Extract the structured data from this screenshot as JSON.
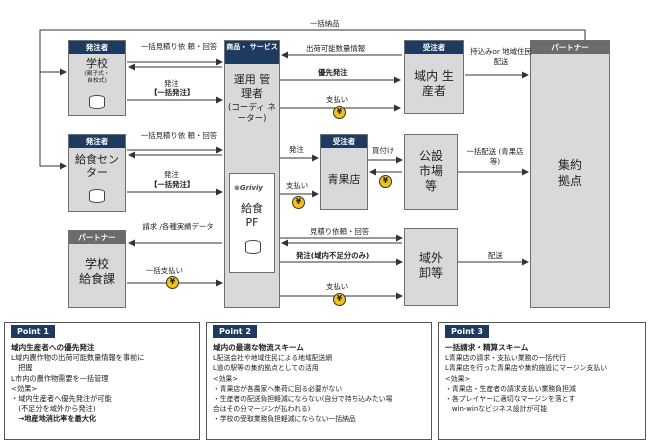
{
  "nodes": {
    "school": {
      "header": "発注者",
      "text": "学校",
      "sub1": "(親子式・",
      "sub2": "自校式)"
    },
    "kyushoku": {
      "header": "発注者",
      "text": "給食セン ター"
    },
    "gakko_kyushokuka": {
      "header": "パートナー",
      "text": "学校 給食課"
    },
    "coordinator": {
      "header": "商品・ サービス",
      "title": "運用 管理者",
      "sub": "(コーディ ネーター)"
    },
    "platform": {
      "logo": "Griviy",
      "text": "給食 PF"
    },
    "local_producer": {
      "header": "受注者",
      "text": "域内 生産者"
    },
    "greengrocer": {
      "header": "受注者",
      "text": "青果店"
    },
    "public_market": {
      "text": "公設 市場 等"
    },
    "outside_wholesale": {
      "text": "域外 卸等"
    },
    "hub": {
      "header": "パートナー",
      "text": "集約 拠点"
    }
  },
  "edges": {
    "ikkatsu_nohin": "一括納品",
    "school_mitsumori": "一括見積り依 頼・回答",
    "school_hatchu": "発注",
    "school_hatchu_kind": "【一括発注】",
    "kyushoku_mitsumori": "一括見積り依 頼・回答",
    "kyushoku_hatchu": "発注",
    "kyushoku_hatchu_kind": "【一括発注】",
    "seikyu": "請求 /各種実績データ",
    "ikkatsu_shiharai": "一括支払い",
    "shukka_kano": "出荷可能数量情報",
    "yusen_hatchu": "優先発注",
    "shiharai_producer": "支払い",
    "mochikomi": "持込みor 地域住民配送",
    "hatchu_greengrocer": "発注",
    "shiharai_greengrocer": "支払い",
    "kaitsuke": "買付け",
    "ikkatsu_haiso": "一括配送 (青果店等)",
    "mitsumori_outside": "見積り依頼・回答",
    "hatchu_outside": "発注(域内不足分のみ)",
    "shiharai_outside": "支払い",
    "haiso": "配送",
    "coin": "¥"
  },
  "points": [
    {
      "label": "Point 1",
      "title": "域内生産者への優先発注",
      "lines": [
        "L域内農作物の出荷可能数量情報を事前に",
        "　把握",
        "L市内の農作物需要を一括管理",
        "<効果>",
        "・域内生産者へ優先発注が可能",
        "　(不足分を域外から発注)",
        "　→地産地消比率を最大化"
      ]
    },
    {
      "label": "Point 2",
      "title": "域内の最適な物流スキーム",
      "lines": [
        "L配送会社や地域住民による地域配送網",
        "L道の駅等の集約拠点としての活用",
        "<効果>",
        "・青果店が各農家へ集荷に回る必要がない",
        "・生産者の配送負担軽減にならない(自分で持ち込みたい場",
        "合はその分マージンが払われる)",
        "・学校の受取業務負担軽減にならない一括納品"
      ]
    },
    {
      "label": "Point 3",
      "title": "一括請求・精算スキーム",
      "lines": [
        "L青果店の請求・支払い業務の一括代行",
        "L青果店を行った青果店や集約施設にマージン支払い",
        "<効果>",
        "・青果店・生産者の請求支払い業務負担減",
        "・各プレイヤーに適切なマージンを落とす",
        "　win-winなビジネス設計が可能"
      ]
    }
  ]
}
